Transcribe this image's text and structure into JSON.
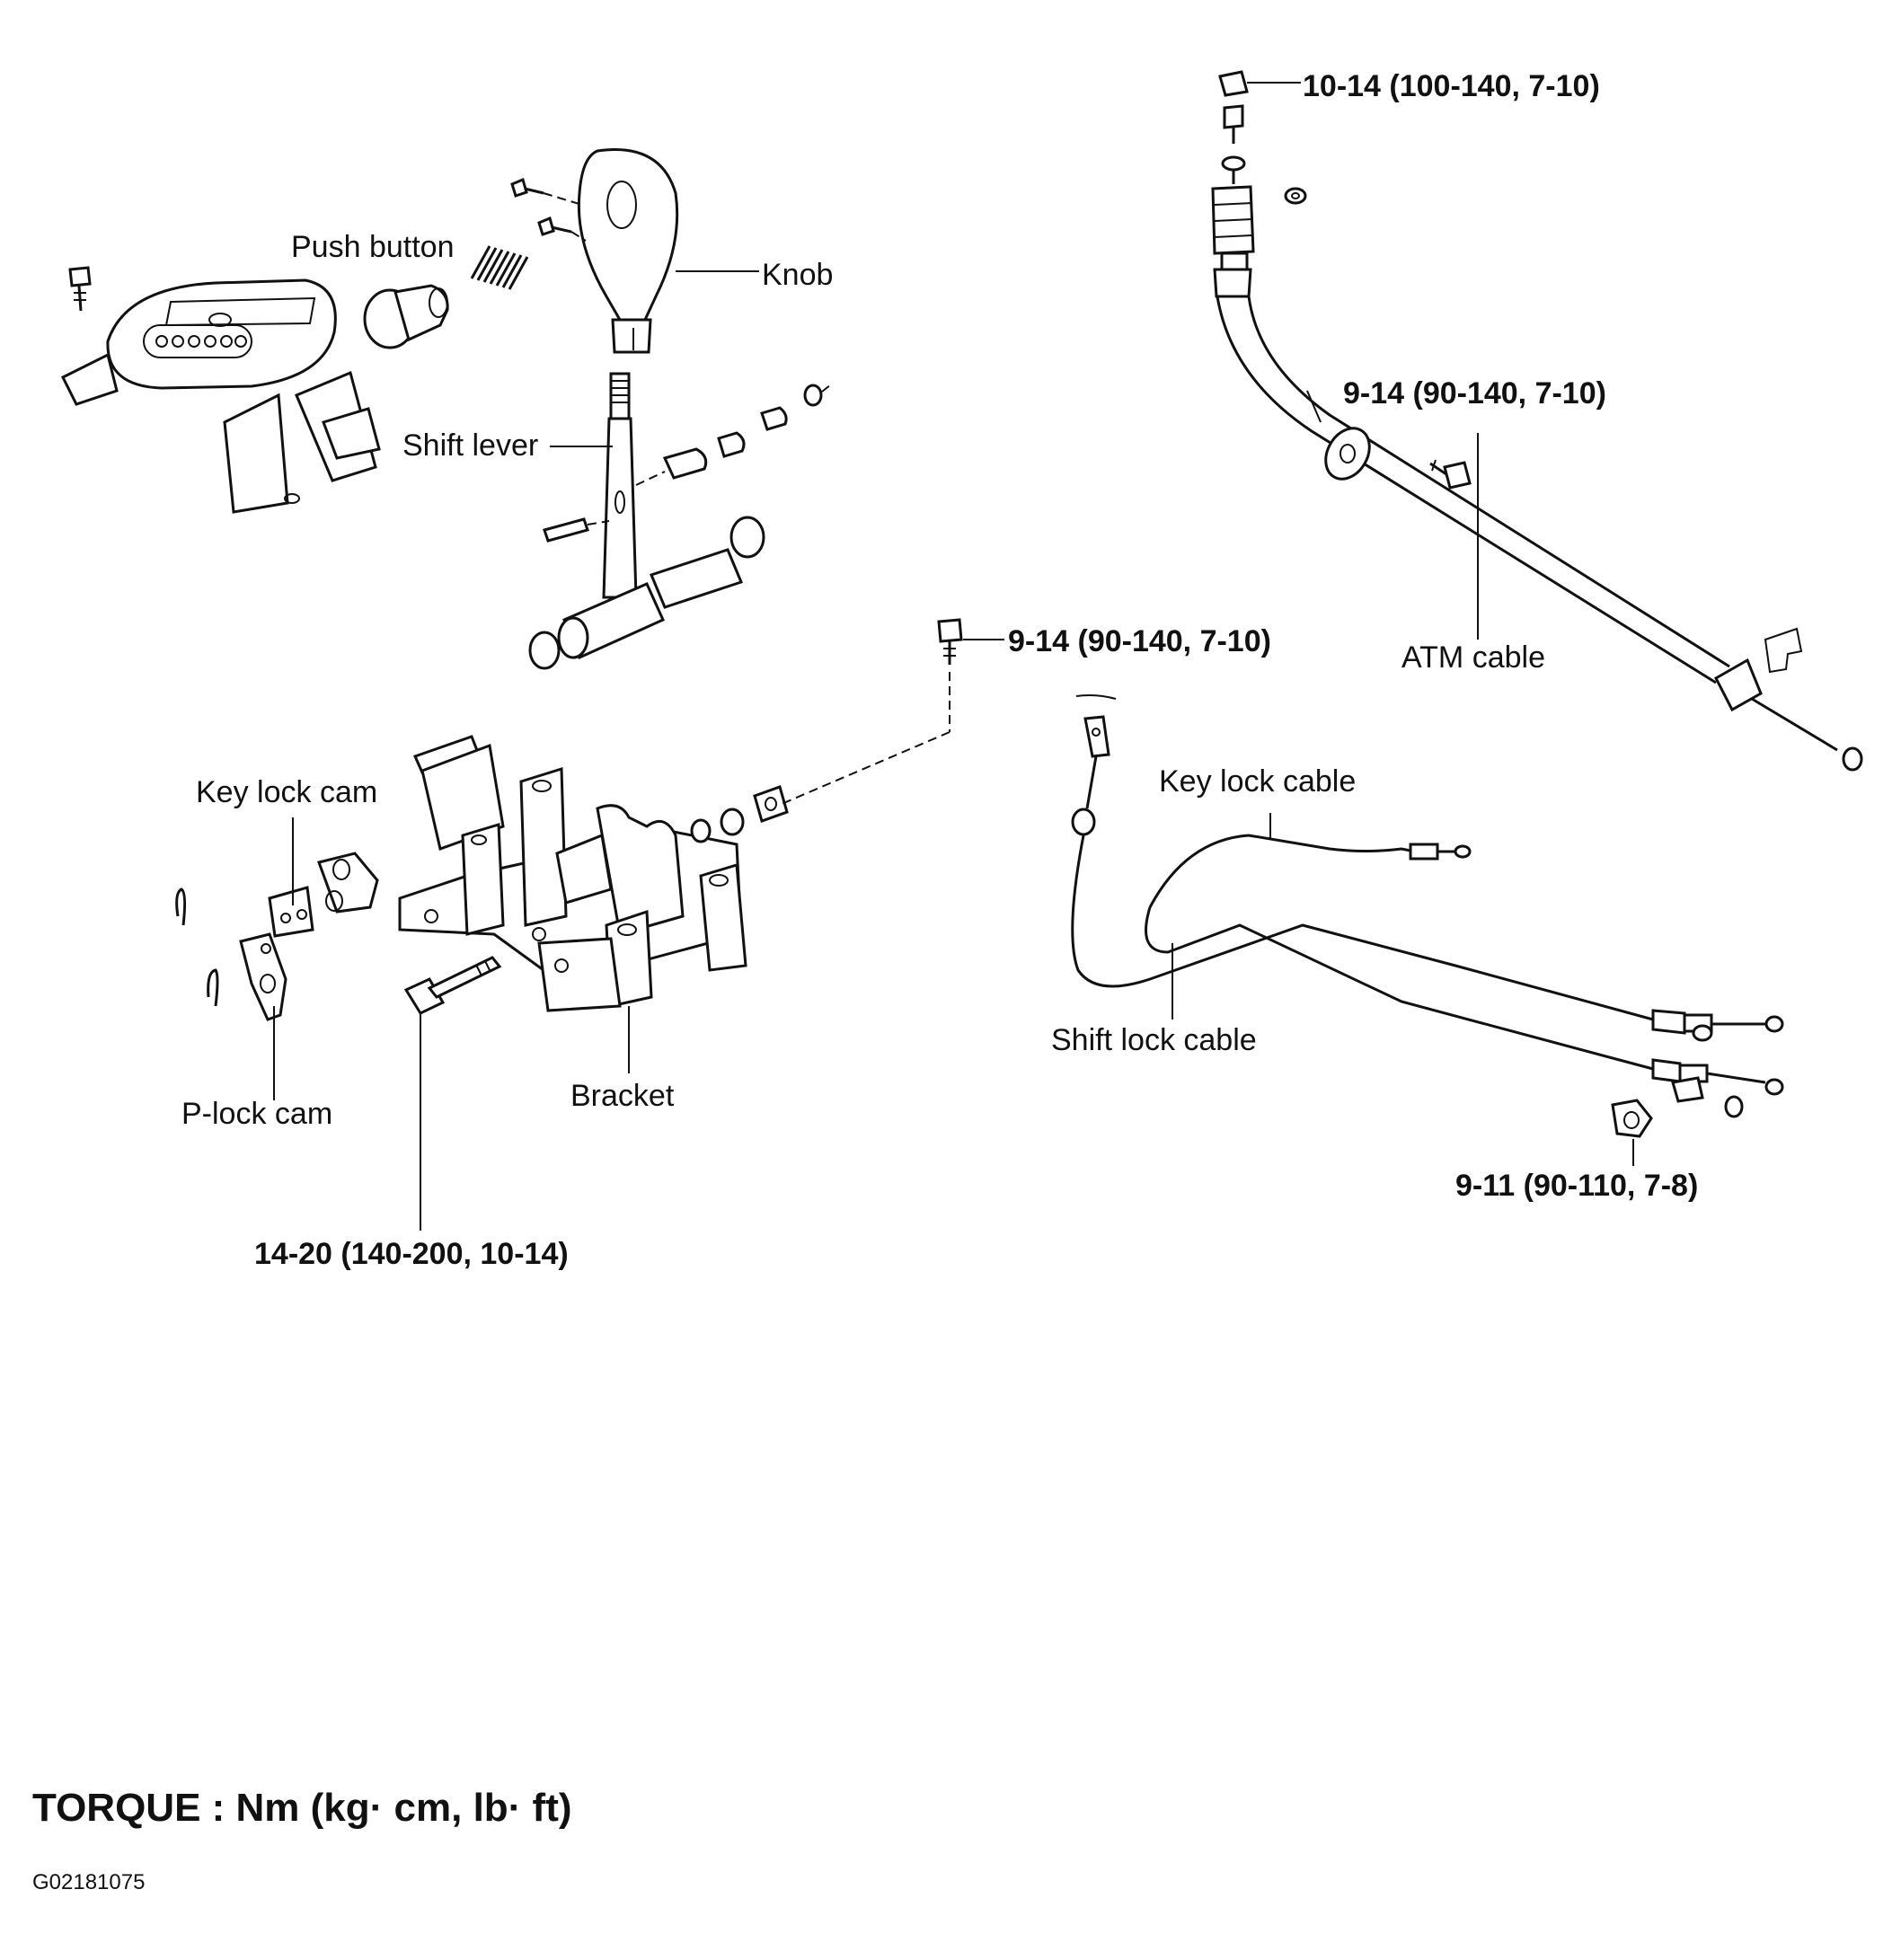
{
  "labels": {
    "push_button": "Push button",
    "knob": "Knob",
    "shift_lever": "Shift lever",
    "key_lock_cam": "Key lock cam",
    "p_lock_cam": "P-lock cam",
    "bracket": "Bracket",
    "atm_cable": "ATM cable",
    "key_lock_cable": "Key lock cable",
    "shift_lock_cable": "Shift lock cable"
  },
  "torque_specs": {
    "atm_cable_top_nut": "10-14 (100-140, 7-10)",
    "atm_cable_bracket_bolt": "9-14 (90-140, 7-10)",
    "bracket_bolt": "9-14 (90-140, 7-10)",
    "shift_lock_cable_nut": "9-11 (90-110, 7-8)",
    "shift_lever_pivot_bolt": "14-20 (140-200, 10-14)"
  },
  "footer": {
    "torque_caption": "TORQUE : Nm (kg· cm, lb· ft)",
    "figure_id": "G02181075"
  }
}
